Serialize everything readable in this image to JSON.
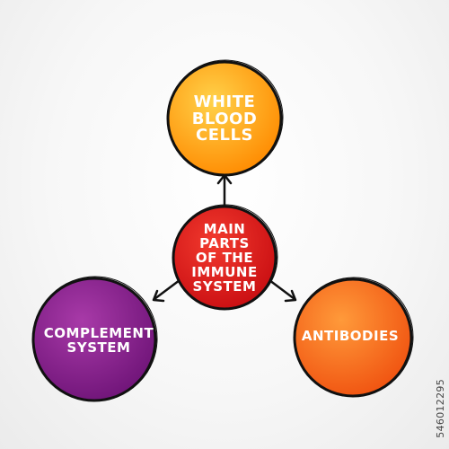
{
  "nodes": {
    "top": {
      "lines": [
        "WHITE",
        "BLOOD",
        "CELLS"
      ],
      "fill_light": "#ffc42e",
      "fill_dark": "#ff8a00"
    },
    "center": {
      "lines": [
        "MAIN",
        "PARTS",
        "OF THE",
        "IMMUNE",
        "SYSTEM"
      ],
      "fill_light": "#f23a2e",
      "fill_dark": "#c90e12"
    },
    "left": {
      "lines": [
        "COMPLEMENT",
        "SYSTEM"
      ],
      "fill_light": "#a83aa8",
      "fill_dark": "#6f1478"
    },
    "right": {
      "lines": [
        "ANTIBODIES"
      ],
      "fill_light": "#ff9a3a",
      "fill_dark": "#f05210"
    }
  },
  "colors": {
    "outline": "#111111",
    "arrow": "#111111",
    "text": "#ffffff"
  },
  "reference_id": "546012295"
}
